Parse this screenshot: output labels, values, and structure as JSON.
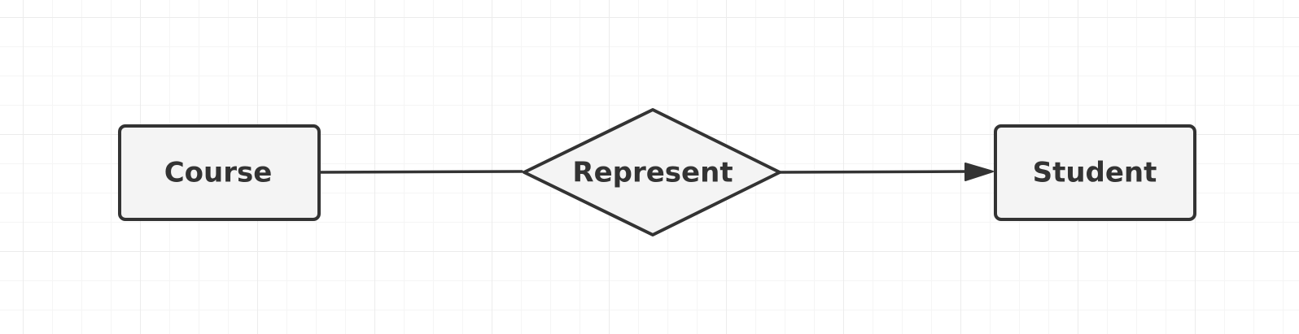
{
  "diagram": {
    "entities": {
      "course": {
        "label": "Course"
      },
      "student": {
        "label": "Student"
      }
    },
    "relationship": {
      "label": "Represent"
    },
    "colors": {
      "stroke": "#333333",
      "shape_fill": "#f4f4f4",
      "grid_major": "#ececec",
      "grid_minor": "#f5f5f5"
    }
  }
}
